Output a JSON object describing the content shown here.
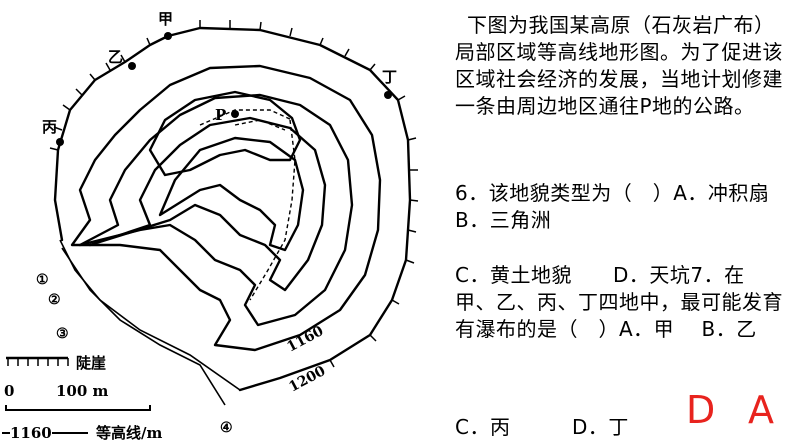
{
  "map": {
    "labels": {
      "jia": "甲",
      "yi": "乙",
      "bing": "丙",
      "ding": "丁",
      "p": "P"
    },
    "contour_values": {
      "c1160": "1160",
      "c1200": "1200"
    },
    "markers": {
      "m1": "①",
      "m2": "②",
      "m3": "③",
      "m4": "④"
    },
    "legend": {
      "cliff": "陡崖",
      "scale_start": "0",
      "scale_end": "100 m",
      "contour_sample": "1160",
      "contour_desc": "等高线/m"
    }
  },
  "text": {
    "intro": "下图为我国某高原（石灰岩广布）局部区域等高线地形图。为了促进该区域社会经济的发展，当地计划修建一条由周边地区通往P地的公路。",
    "q6": "6．该地貌类型为（　）A．冲积扇  B．三角洲",
    "q6_c": "C．黄土地貌　　D．天坑7．在甲、乙、丙、丁四地中，最可能发育有瀑布的是（　）A．甲　 B．乙",
    "q7_cd": "C．丙　　　D．丁"
  },
  "answers": {
    "q6": "D",
    "q7": "A"
  },
  "colors": {
    "answer": "#e8231e",
    "ink": "#000000"
  }
}
